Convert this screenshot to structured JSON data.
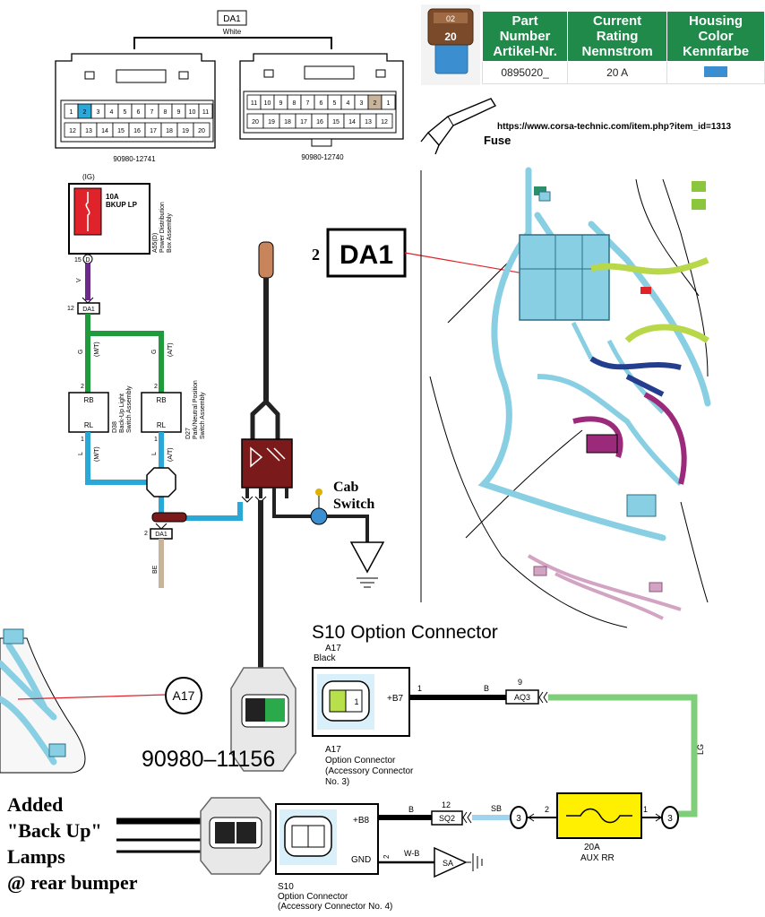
{
  "top_connector": {
    "label": "DA1",
    "color_label": "White",
    "left_part_no": "90980-12741",
    "right_part_no": "90980-12740",
    "left_pins_row1": [
      "1",
      "2",
      "3",
      "4",
      "5",
      "6",
      "7",
      "8",
      "9",
      "10",
      "11"
    ],
    "left_pins_row2": [
      "12",
      "13",
      "14",
      "15",
      "16",
      "17",
      "18",
      "19",
      "20"
    ],
    "right_pins_row1": [
      "11",
      "10",
      "9",
      "8",
      "7",
      "6",
      "5",
      "4",
      "3",
      "2",
      "1"
    ],
    "right_pins_row2": [
      "20",
      "19",
      "18",
      "17",
      "16",
      "15",
      "14",
      "13",
      "12"
    ]
  },
  "fuse_table": {
    "headers": [
      {
        "line1": "Part Number",
        "line2": "Artikel-Nr."
      },
      {
        "line1": "Current Rating",
        "line2": "Nennstrom"
      },
      {
        "line1": "Housing Color",
        "line2": "Kennfarbe"
      }
    ],
    "row": {
      "part_number": "0895020_",
      "rating": "20 A",
      "color": "#3b8fd1"
    },
    "fuse_top_label": "02",
    "fuse_body_label": "20"
  },
  "fuse_caption": "Fuse",
  "url": "https://www.corsa-technic.com/item.php?item_id=1313",
  "schematic": {
    "ig_label": "(IG)",
    "fuse_box_text_1": "10A",
    "fuse_box_text_2": "BKUP LP",
    "a55_label": "A55(D)",
    "a55_name_1": "Power Distribution",
    "a55_name_2": "Box Assembly",
    "pin_15": "15",
    "pin_15_letter": "D",
    "wire_v": "V",
    "pin_12": "12",
    "da1_mid": "DA1",
    "wire_g_left": "G",
    "wire_g_right": "G",
    "mt_left": "(M/T)",
    "at_right": "(A/T)",
    "pin_2_left": "2",
    "pin_2_right": "2",
    "rb_left": "RB",
    "rl_left": "RL",
    "rb_right": "RB",
    "rl_right": "RL",
    "d38_label": "D38",
    "d38_name_1": "Back-Up Light",
    "d38_name_2": "Switch Assembly",
    "d27_label": "D27",
    "d27_name_1": "Park/Neutral Position",
    "d27_name_2": "Switch Assembly",
    "pin_1_left": "1",
    "pin_1_right": "1",
    "wire_l_left": "L",
    "wire_l_right": "L",
    "mt_left_bottom": "(M/T)",
    "at_right_bottom": "(A/T)",
    "pin_2_bottom": "2",
    "da1_bottom": "DA1",
    "wire_be": "BE"
  },
  "da1_callout": {
    "number": "2",
    "label": "DA1"
  },
  "cab_switch": {
    "line1": "Cab",
    "line2": "Switch"
  },
  "option_connector": {
    "title": "S10  Option Connector",
    "a17_top": "A17",
    "a17_color": "Black",
    "b7_label": "+B7",
    "pin1": "1",
    "wire_b": "B",
    "pin9": "9",
    "aq3": "AQ3",
    "a17_caption_1": "A17",
    "a17_caption_2": "Option Connector",
    "a17_caption_3": "(Accessory Connector",
    "a17_caption_4": "No. 3)",
    "wire_lg": "LG",
    "a17_circle": "A17",
    "part_no": "90980–11156",
    "b8_label": "+B8",
    "gnd_label": "GND",
    "wire_b2": "B",
    "pin12": "12",
    "sq2": "SQ2",
    "wire_sb": "SB",
    "c3_left": "3",
    "pin_2": "2",
    "pin_1": "1",
    "c3_right": "3",
    "fuse_rating": "20A",
    "fuse_name": "AUX RR",
    "wb_pin": "2",
    "wire_wb": "W-B",
    "sa": "SA",
    "s10_caption_1": "S10",
    "s10_caption_2": "Option Connector",
    "s10_caption_3": "(Accessory Connector No. 4)"
  },
  "added_text": {
    "line1": "Added",
    "line2": "\"Back Up\"",
    "line3": "Lamps",
    "line4": "@ rear bumper"
  },
  "colors": {
    "green_wire": "#1f9a3c",
    "blue_wire": "#2aa8d8",
    "purple_wire": "#6b2a8c",
    "fuse_red": "#e0232b",
    "fuse_yellow": "#ffef00",
    "lg_wire": "#7fcf7a",
    "sb_wire": "#9fd3ee",
    "harness_blue": "#88cfe3",
    "relay_maroon": "#7a1a1a"
  }
}
